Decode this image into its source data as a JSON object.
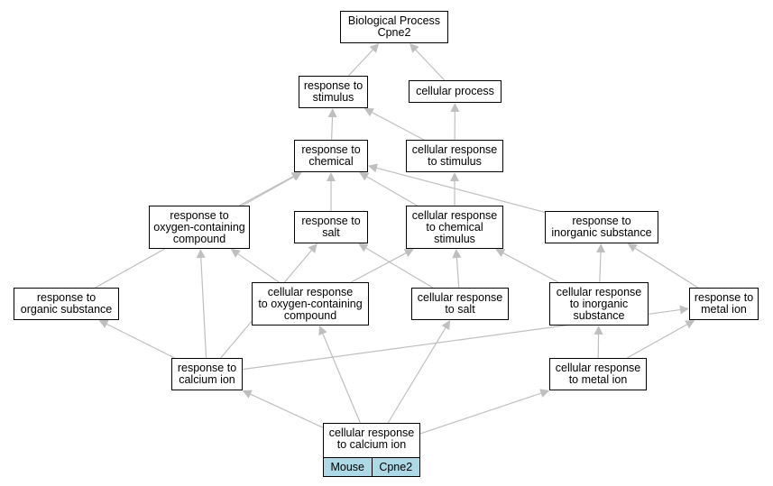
{
  "nodes": [
    {
      "id": "bp",
      "lines": [
        "Biological Process",
        "Cpne2"
      ]
    },
    {
      "id": "rstim",
      "lines": [
        "response to",
        "stimulus"
      ]
    },
    {
      "id": "cproc",
      "lines": [
        "cellular process"
      ]
    },
    {
      "id": "rchem",
      "lines": [
        "response to",
        "chemical"
      ]
    },
    {
      "id": "crstim",
      "lines": [
        "cellular response",
        "to stimulus"
      ]
    },
    {
      "id": "roxy",
      "lines": [
        "response to",
        "oxygen-containing",
        "compound"
      ]
    },
    {
      "id": "rsalt",
      "lines": [
        "response to",
        "salt"
      ]
    },
    {
      "id": "crchem",
      "lines": [
        "cellular response",
        "to chemical",
        "stimulus"
      ]
    },
    {
      "id": "rinorg",
      "lines": [
        "response to",
        "inorganic substance"
      ]
    },
    {
      "id": "rorg",
      "lines": [
        "response to",
        "organic substance"
      ]
    },
    {
      "id": "croxy",
      "lines": [
        "cellular response",
        "to oxygen-containing",
        "compound"
      ]
    },
    {
      "id": "crsalt",
      "lines": [
        "cellular response",
        "to salt"
      ]
    },
    {
      "id": "crinorg",
      "lines": [
        "cellular response",
        "to inorganic",
        "substance"
      ]
    },
    {
      "id": "rmetal",
      "lines": [
        "response to",
        "metal ion"
      ]
    },
    {
      "id": "rcalc",
      "lines": [
        "response to",
        "calcium ion"
      ]
    },
    {
      "id": "crmetal",
      "lines": [
        "cellular response",
        "to metal ion"
      ]
    },
    {
      "id": "crcalc",
      "lines": [
        "cellular response",
        "to calcium ion"
      ],
      "tags": [
        "Mouse",
        "Cpne2"
      ]
    }
  ],
  "edges": [
    [
      "rstim",
      "bp"
    ],
    [
      "cproc",
      "bp"
    ],
    [
      "rchem",
      "rstim"
    ],
    [
      "crstim",
      "rstim"
    ],
    [
      "crstim",
      "cproc"
    ],
    [
      "roxy",
      "rchem"
    ],
    [
      "rsalt",
      "rchem"
    ],
    [
      "crchem",
      "rchem"
    ],
    [
      "rinorg",
      "rchem"
    ],
    [
      "rorg",
      "rchem"
    ],
    [
      "crchem",
      "crstim"
    ],
    [
      "croxy",
      "roxy"
    ],
    [
      "croxy",
      "crchem"
    ],
    [
      "crsalt",
      "rsalt"
    ],
    [
      "crsalt",
      "crchem"
    ],
    [
      "crinorg",
      "crchem"
    ],
    [
      "crinorg",
      "rinorg"
    ],
    [
      "rmetal",
      "rinorg"
    ],
    [
      "rcalc",
      "rorg"
    ],
    [
      "rcalc",
      "roxy"
    ],
    [
      "rcalc",
      "rsalt"
    ],
    [
      "rcalc",
      "rmetal"
    ],
    [
      "crmetal",
      "crinorg"
    ],
    [
      "crmetal",
      "rmetal"
    ],
    [
      "crcalc",
      "rcalc"
    ],
    [
      "crcalc",
      "croxy"
    ],
    [
      "crcalc",
      "crsalt"
    ],
    [
      "crcalc",
      "crmetal"
    ]
  ],
  "colors": {
    "edge": "#bfbfbf",
    "tag_fill": "#add8e6",
    "node_border": "#000000"
  }
}
